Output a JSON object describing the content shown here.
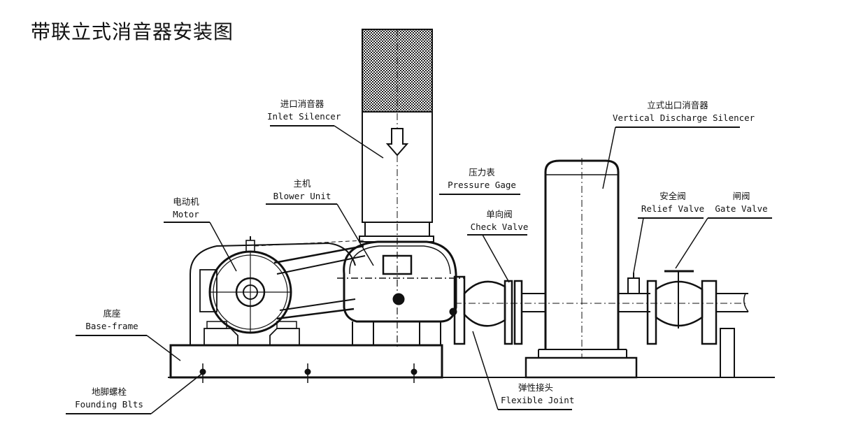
{
  "title": "带联立式消音器安装图",
  "labels": {
    "inlet_silencer": {
      "cn": "进口消音器",
      "en": "Inlet Silencer"
    },
    "vertical_discharge_silencer": {
      "cn": "立式出口消音器",
      "en": "Vertical Discharge Silencer"
    },
    "pressure_gage": {
      "cn": "压力表",
      "en": "Pressure Gage"
    },
    "blower_unit": {
      "cn": "主机",
      "en": "Blower Unit"
    },
    "motor": {
      "cn": "电动机",
      "en": "Motor"
    },
    "check_valve": {
      "cn": "单向阀",
      "en": "Check Valve"
    },
    "relief_valve": {
      "cn": "安全阀",
      "en": "Relief Valve"
    },
    "gate_valve": {
      "cn": "闸阀",
      "en": "Gate Valve"
    },
    "base_frame": {
      "cn": "底座",
      "en": "Base-frame"
    },
    "founding_bolts": {
      "cn": "地脚螺栓",
      "en": "Founding Blts"
    },
    "flexible_joint": {
      "cn": "弹性接头",
      "en": "Flexible Joint"
    }
  }
}
